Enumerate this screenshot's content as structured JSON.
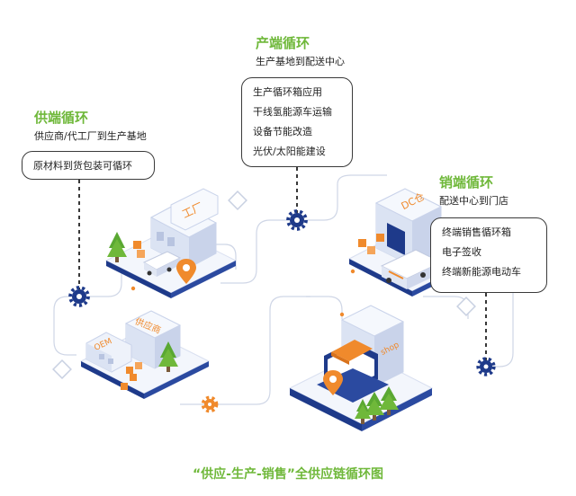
{
  "sections": {
    "supply": {
      "title": "供端循环",
      "subtitle": "供应商/代工厂到生产基地",
      "items": [
        "原材料到货包装可循环"
      ]
    },
    "production": {
      "title": "产端循环",
      "subtitle": "生产基地到配送中心",
      "items": [
        "生产循环箱应用",
        "干线氢能源车运输",
        "设备节能改造",
        "光伏/太阳能建设"
      ]
    },
    "sales": {
      "title": "销端循环",
      "subtitle": "配送中心到门店",
      "items": [
        "终端销售循环箱",
        "电子签收",
        "终端新能源电动车"
      ]
    }
  },
  "buildings": {
    "factory_sign": "工厂",
    "supplier_sign": "供应商",
    "oem_sign": "OEM",
    "dc_sign": "DC仓",
    "shop_sign": "shop"
  },
  "footer": "“供应-生产-销售”全供应链循环图",
  "colors": {
    "accent_green": "#6fb83a",
    "orange": "#f08a2c",
    "navy": "#1e3a8a",
    "building_light": "#e9eef8",
    "building_mid": "#c9d3ea"
  },
  "icons": [
    "gear-icon",
    "location-pin-icon",
    "tree-icon",
    "truck-icon",
    "box-icon"
  ]
}
